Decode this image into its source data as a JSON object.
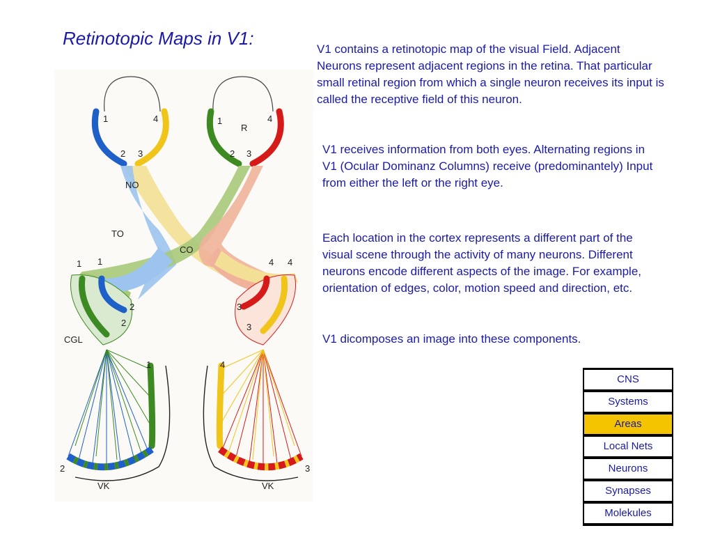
{
  "title": "Retinotopic Maps in V1:",
  "paragraphs": {
    "p1": "V1 contains a  retinotopic map of the visual Field. Adjacent Neurons represent adjacent regions in the retina. That particular small retinal region from which a single neuron receives its input is called the receptive field of this neuron.",
    "p2": "V1 receives information from both eyes. Alternating regions in V1 (Ocular Dominanz Columns) receive (predominantely) Input from either the left or the right eye.",
    "p3": "Each location in the cortex represents a different part of the visual scene through the activity of many neurons. Different neurons encode different aspects of the image. For example, orientation of edges, color, motion speed and direction, etc.",
    "p4": "V1 dicomposes an image into these components."
  },
  "figure": {
    "labels": {
      "r": "R",
      "no": "NO",
      "to": "TO",
      "co": "CO",
      "cgl": "CGL",
      "vk": "VK",
      "n1": "1",
      "n2": "2",
      "n3": "3",
      "n4": "4"
    },
    "colors": {
      "blue": "#1f5fc8",
      "yellow": "#f0c419",
      "green": "#3d8a22",
      "red": "#d61a1a",
      "light_blue": "#9cc4ee",
      "light_green": "#a8c97a",
      "peach": "#f0b29a",
      "light_yellow": "#f3df96"
    }
  },
  "nav": {
    "items": [
      "CNS",
      "Systems",
      "Areas",
      "Local Nets",
      "Neurons",
      "Synapses",
      "Molekules"
    ],
    "active": "Areas",
    "active_color": "#f4c400"
  }
}
